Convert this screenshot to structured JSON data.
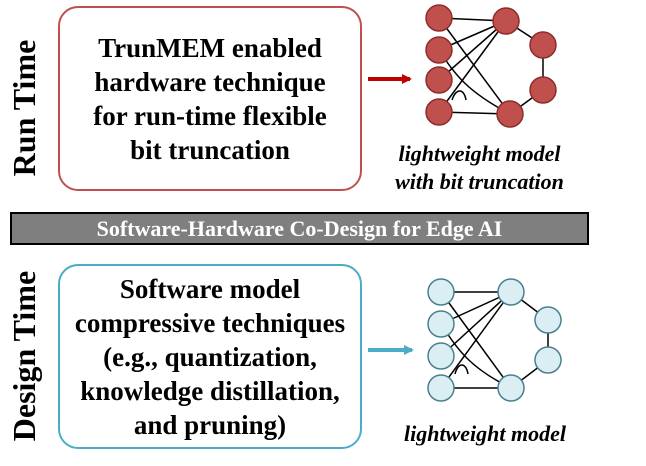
{
  "sections": {
    "run_time": {
      "label": "Run Time",
      "box_text": "TrunMEM enabled\nhardware technique\nfor run-time flexible\nbit truncation",
      "caption_line1": "lightweight model",
      "caption_line2": "with bit truncation"
    },
    "design_time": {
      "label": "Design Time",
      "box_text": "Software model\ncompressive techniques\n(e.g., quantization,\nknowledge distillation,\nand pruning)",
      "caption": "lightweight model"
    }
  },
  "banner": {
    "text": "Software-Hardware Co-Design for Edge AI"
  },
  "colors": {
    "run_time_accent": "#c0504d",
    "run_time_node_fill": "#c0504d",
    "design_time_accent": "#4bacc6",
    "design_time_node_fill": "#dbeef4",
    "banner_fill": "#7f7f7f"
  }
}
